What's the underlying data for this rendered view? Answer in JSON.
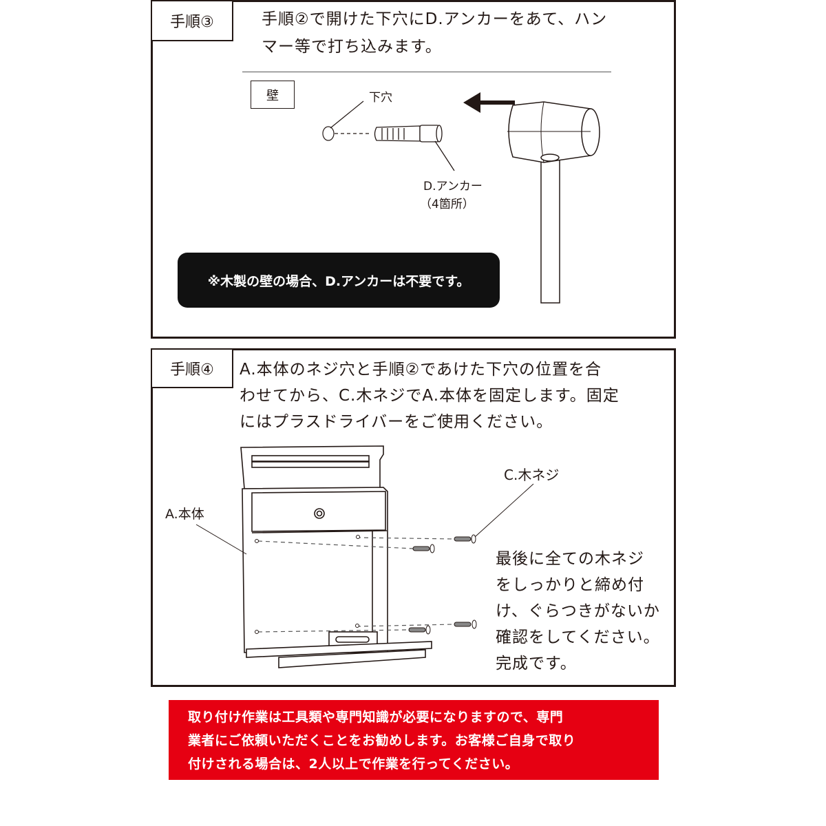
{
  "step3": {
    "label": "手順③",
    "text_lines": [
      "手順②で開けた下穴にD.アンカーをあて、ハン",
      "マー等で打ち込みます。"
    ],
    "wall_label": "壁",
    "pilot_hole_label": "下穴",
    "anchor_label": "D.アンカー",
    "anchor_count": "（4箇所）",
    "note": "※木製の壁の場合、D.アンカーは不要です。"
  },
  "step4": {
    "label": "手順④",
    "text_lines": [
      "A.本体のネジ穴と手順②であけた下穴の位置を合",
      "わせてから、C.木ネジでA.本体を固定します。固定",
      "にはプラスドライバーをご使用ください。"
    ],
    "body_label": "A.本体",
    "screw_label": "C.木ネジ",
    "final_lines": [
      "最後に全ての木ネジ",
      "をしっかりと締め付",
      "け、ぐらつきがないか",
      "確認をしてください。",
      "完成です。"
    ]
  },
  "warning": {
    "lines": [
      "取り付け作業は工具類や専門知識が必要になりますので、専門",
      "業者にご依頼いただくことをお勧めします。お客様ご自身で取り",
      "付けされる場合は、2人以上で作業を行ってください。"
    ],
    "color": "#e60012"
  }
}
